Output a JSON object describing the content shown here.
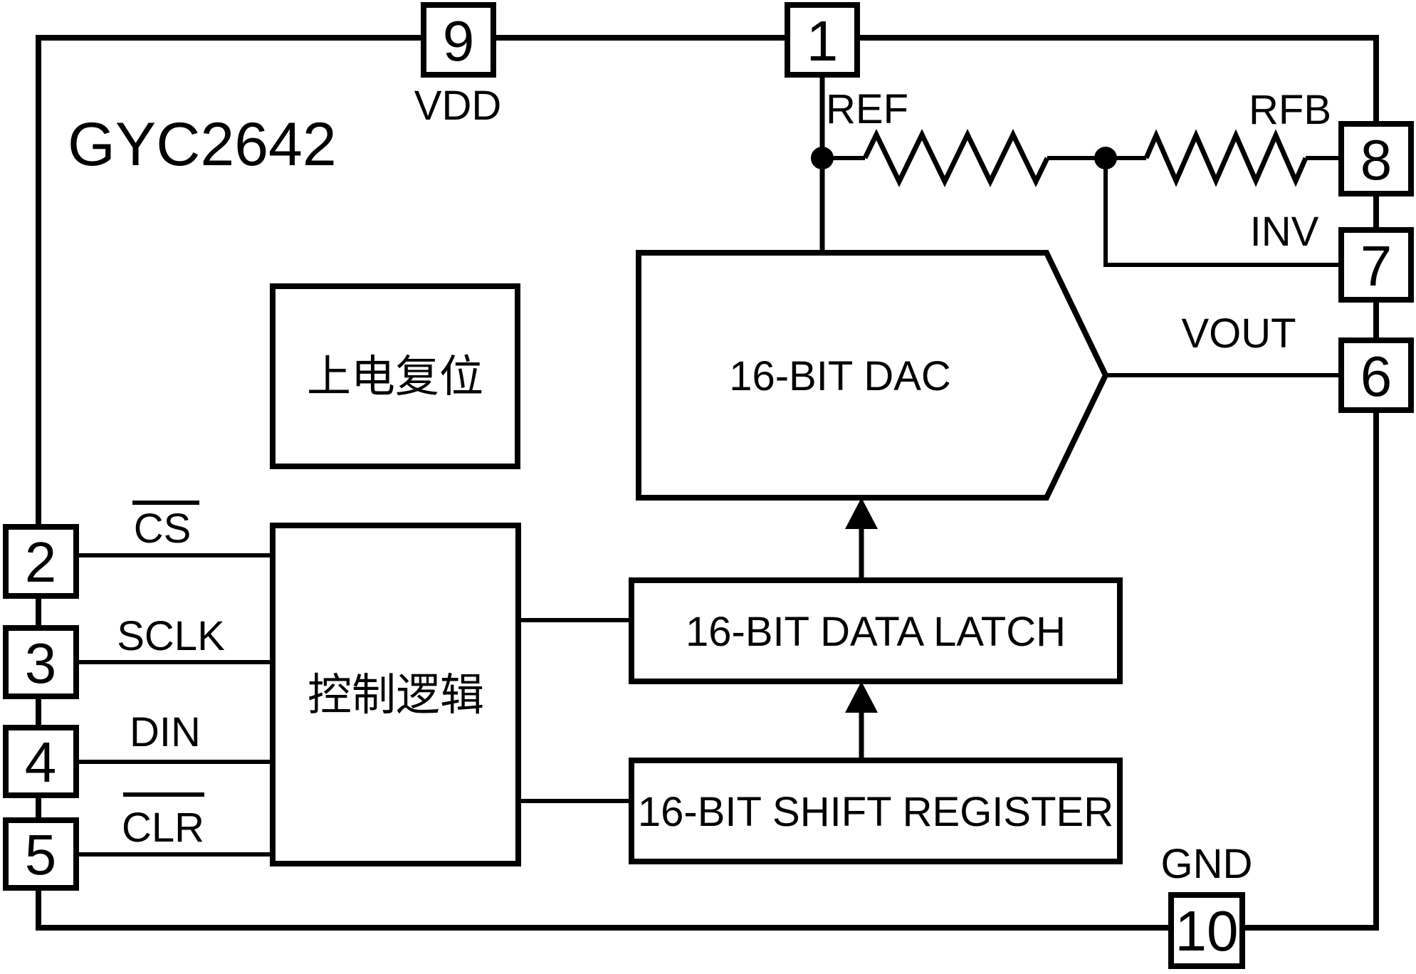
{
  "title": {
    "chip_name": "GYC2642"
  },
  "blocks": {
    "power_on_reset": "上电复位",
    "control_logic": "控制逻辑",
    "dac": "16-BIT DAC",
    "data_latch": "16-BIT DATA LATCH",
    "shift_register": "16-BIT SHIFT REGISTER"
  },
  "pins": {
    "p1": {
      "number": "1",
      "label": "REF"
    },
    "p2": {
      "number": "2",
      "label": "CS",
      "active_low": true
    },
    "p3": {
      "number": "3",
      "label": "SCLK"
    },
    "p4": {
      "number": "4",
      "label": "DIN"
    },
    "p5": {
      "number": "5",
      "label": "CLR",
      "active_low": true
    },
    "p6": {
      "number": "6",
      "label": "VOUT"
    },
    "p7": {
      "number": "7",
      "label": "INV"
    },
    "p8": {
      "number": "8",
      "label": "RFB"
    },
    "p9": {
      "number": "9",
      "label": "VDD"
    },
    "p10": {
      "number": "10",
      "label": "GND"
    }
  },
  "colors": {
    "line": "#000000",
    "background": "#ffffff"
  }
}
